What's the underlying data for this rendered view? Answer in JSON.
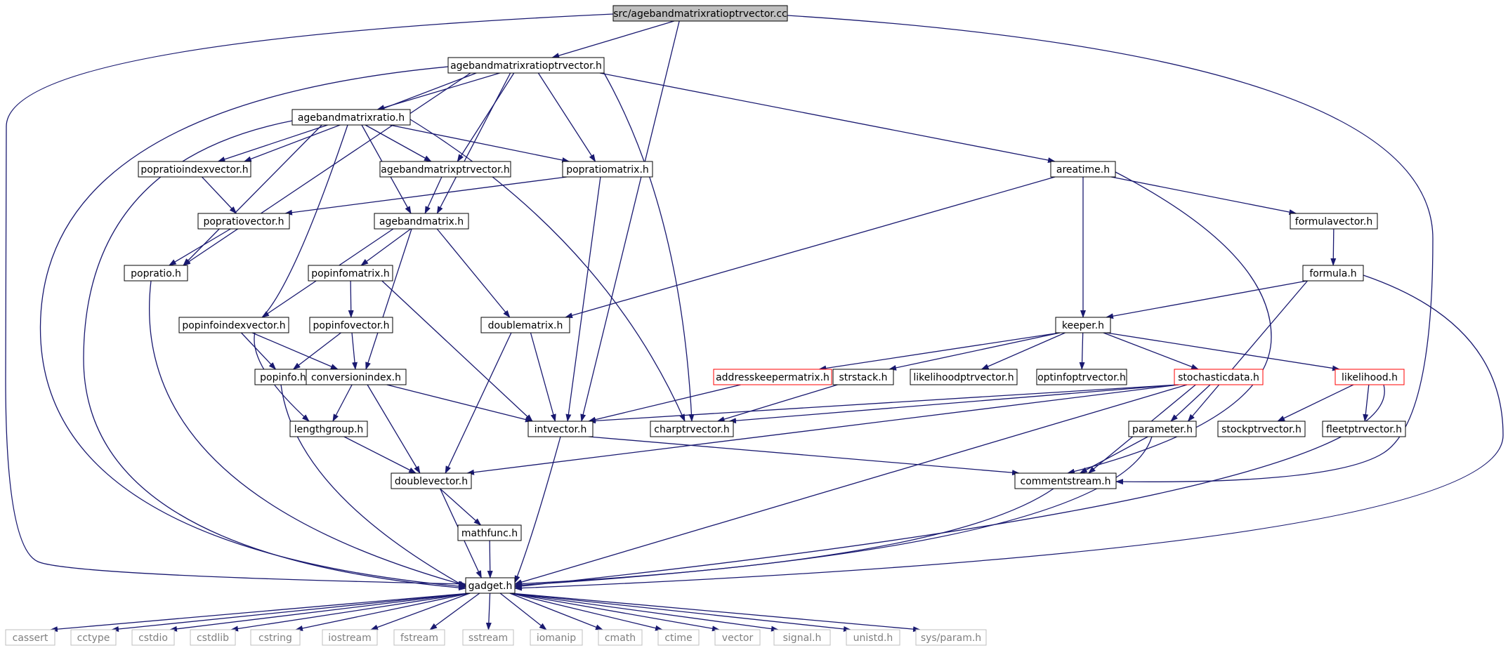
{
  "colors": {
    "edge": "#191970",
    "node_border": "#000000",
    "node_fill": "#ffffff",
    "root_fill": "#bfbfbf",
    "truncated_border": "#ff0000",
    "system_border": "#bfbfbf",
    "system_text": "#7f7f7f"
  },
  "nodes": [
    {
      "id": "root",
      "label": "src/agebandmatrixratioptrvector.cc",
      "kind": "root"
    },
    {
      "id": "agebandmatrixratioptrvector_h",
      "label": "agebandmatrixratioptrvector.h",
      "kind": "normal"
    },
    {
      "id": "agebandmatrixratio_h",
      "label": "agebandmatrixratio.h",
      "kind": "normal"
    },
    {
      "id": "popratioindexvector_h",
      "label": "popratioindexvector.h",
      "kind": "normal"
    },
    {
      "id": "agebandmatrixptrvector_h",
      "label": "agebandmatrixptrvector.h",
      "kind": "normal"
    },
    {
      "id": "popratiomatrix_h",
      "label": "popratiomatrix.h",
      "kind": "normal"
    },
    {
      "id": "areatime_h",
      "label": "areatime.h",
      "kind": "normal"
    },
    {
      "id": "popratiovector_h",
      "label": "popratiovector.h",
      "kind": "normal"
    },
    {
      "id": "agebandmatrix_h",
      "label": "agebandmatrix.h",
      "kind": "normal"
    },
    {
      "id": "formulavector_h",
      "label": "formulavector.h",
      "kind": "normal"
    },
    {
      "id": "popratio_h",
      "label": "popratio.h",
      "kind": "normal"
    },
    {
      "id": "popinfomatrix_h",
      "label": "popinfomatrix.h",
      "kind": "normal"
    },
    {
      "id": "formula_h",
      "label": "formula.h",
      "kind": "normal"
    },
    {
      "id": "popinfoindexvector_h",
      "label": "popinfoindexvector.h",
      "kind": "normal"
    },
    {
      "id": "popinfovector_h",
      "label": "popinfovector.h",
      "kind": "normal"
    },
    {
      "id": "doublematrix_h",
      "label": "doublematrix.h",
      "kind": "normal"
    },
    {
      "id": "keeper_h",
      "label": "keeper.h",
      "kind": "normal"
    },
    {
      "id": "popinfo_h",
      "label": "popinfo.h",
      "kind": "normal"
    },
    {
      "id": "conversionindex_h",
      "label": "conversionindex.h",
      "kind": "normal"
    },
    {
      "id": "addresskeepermatrix_h",
      "label": "addresskeepermatrix.h",
      "kind": "truncated"
    },
    {
      "id": "strstack_h",
      "label": "strstack.h",
      "kind": "normal"
    },
    {
      "id": "likelihoodptrvector_h",
      "label": "likelihoodptrvector.h",
      "kind": "normal"
    },
    {
      "id": "optinfoptrvector_h",
      "label": "optinfoptrvector.h",
      "kind": "normal"
    },
    {
      "id": "stochasticdata_h",
      "label": "stochasticdata.h",
      "kind": "truncated"
    },
    {
      "id": "likelihood_h",
      "label": "likelihood.h",
      "kind": "truncated"
    },
    {
      "id": "lengthgroup_h",
      "label": "lengthgroup.h",
      "kind": "normal"
    },
    {
      "id": "intvector_h",
      "label": "intvector.h",
      "kind": "normal"
    },
    {
      "id": "charptrvector_h",
      "label": "charptrvector.h",
      "kind": "normal"
    },
    {
      "id": "parameter_h",
      "label": "parameter.h",
      "kind": "normal"
    },
    {
      "id": "stockptrvector_h",
      "label": "stockptrvector.h",
      "kind": "normal"
    },
    {
      "id": "fleetptrvector_h",
      "label": "fleetptrvector.h",
      "kind": "normal"
    },
    {
      "id": "doublevector_h",
      "label": "doublevector.h",
      "kind": "normal"
    },
    {
      "id": "commentstream_h",
      "label": "commentstream.h",
      "kind": "normal"
    },
    {
      "id": "mathfunc_h",
      "label": "mathfunc.h",
      "kind": "normal"
    },
    {
      "id": "gadget_h",
      "label": "gadget.h",
      "kind": "normal"
    },
    {
      "id": "cassert",
      "label": "cassert",
      "kind": "system"
    },
    {
      "id": "cctype",
      "label": "cctype",
      "kind": "system"
    },
    {
      "id": "cstdio",
      "label": "cstdio",
      "kind": "system"
    },
    {
      "id": "cstdlib",
      "label": "cstdlib",
      "kind": "system"
    },
    {
      "id": "cstring",
      "label": "cstring",
      "kind": "system"
    },
    {
      "id": "iostream",
      "label": "iostream",
      "kind": "system"
    },
    {
      "id": "fstream",
      "label": "fstream",
      "kind": "system"
    },
    {
      "id": "sstream",
      "label": "sstream",
      "kind": "system"
    },
    {
      "id": "iomanip",
      "label": "iomanip",
      "kind": "system"
    },
    {
      "id": "cmath",
      "label": "cmath",
      "kind": "system"
    },
    {
      "id": "ctime",
      "label": "ctime",
      "kind": "system"
    },
    {
      "id": "vector",
      "label": "vector",
      "kind": "system"
    },
    {
      "id": "signal_h",
      "label": "signal.h",
      "kind": "system"
    },
    {
      "id": "unistd_h",
      "label": "unistd.h",
      "kind": "system"
    },
    {
      "id": "sys_param_h",
      "label": "sys/param.h",
      "kind": "system"
    }
  ],
  "edges": [
    [
      "root",
      "agebandmatrixratioptrvector_h"
    ],
    [
      "root",
      "gadget_h"
    ],
    [
      "root",
      "intvector_h"
    ],
    [
      "root",
      "commentstream_h"
    ],
    [
      "agebandmatrixratioptrvector_h",
      "agebandmatrixratio_h"
    ],
    [
      "agebandmatrixratioptrvector_h",
      "popratioindexvector_h"
    ],
    [
      "agebandmatrixratioptrvector_h",
      "agebandmatrixptrvector_h"
    ],
    [
      "agebandmatrixratioptrvector_h",
      "popratiomatrix_h"
    ],
    [
      "agebandmatrixratioptrvector_h",
      "areatime_h"
    ],
    [
      "agebandmatrixratioptrvector_h",
      "agebandmatrix_h"
    ],
    [
      "agebandmatrixratioptrvector_h",
      "popratio_h"
    ],
    [
      "agebandmatrixratioptrvector_h",
      "charptrvector_h"
    ],
    [
      "agebandmatrixratioptrvector_h",
      "gadget_h"
    ],
    [
      "agebandmatrixratio_h",
      "popratioindexvector_h"
    ],
    [
      "agebandmatrixratio_h",
      "agebandmatrixptrvector_h"
    ],
    [
      "agebandmatrixratio_h",
      "popratiomatrix_h"
    ],
    [
      "agebandmatrixratio_h",
      "agebandmatrix_h"
    ],
    [
      "agebandmatrixratio_h",
      "popratio_h"
    ],
    [
      "agebandmatrixratio_h",
      "lengthgroup_h"
    ],
    [
      "agebandmatrixratio_h",
      "charptrvector_h"
    ],
    [
      "agebandmatrixratio_h",
      "gadget_h"
    ],
    [
      "popratioindexvector_h",
      "popratiovector_h"
    ],
    [
      "agebandmatrixptrvector_h",
      "agebandmatrix_h"
    ],
    [
      "popratiomatrix_h",
      "popratiovector_h"
    ],
    [
      "popratiomatrix_h",
      "intvector_h"
    ],
    [
      "popratiovector_h",
      "popratio_h"
    ],
    [
      "popratio_h",
      "gadget_h"
    ],
    [
      "areatime_h",
      "doublematrix_h"
    ],
    [
      "areatime_h",
      "keeper_h"
    ],
    [
      "areatime_h",
      "formulavector_h"
    ],
    [
      "areatime_h",
      "commentstream_h"
    ],
    [
      "formulavector_h",
      "formula_h"
    ],
    [
      "formula_h",
      "keeper_h"
    ],
    [
      "formula_h",
      "parameter_h"
    ],
    [
      "formula_h",
      "gadget_h"
    ],
    [
      "agebandmatrix_h",
      "popinfomatrix_h"
    ],
    [
      "agebandmatrix_h",
      "popinfoindexvector_h"
    ],
    [
      "agebandmatrix_h",
      "doublematrix_h"
    ],
    [
      "agebandmatrix_h",
      "conversionindex_h"
    ],
    [
      "popinfomatrix_h",
      "popinfovector_h"
    ],
    [
      "popinfomatrix_h",
      "intvector_h"
    ],
    [
      "popinfovector_h",
      "popinfo_h"
    ],
    [
      "popinfovector_h",
      "conversionindex_h"
    ],
    [
      "popinfoindexvector_h",
      "popinfo_h"
    ],
    [
      "popinfoindexvector_h",
      "conversionindex_h"
    ],
    [
      "popinfo_h",
      "gadget_h"
    ],
    [
      "conversionindex_h",
      "lengthgroup_h"
    ],
    [
      "conversionindex_h",
      "doublevector_h"
    ],
    [
      "conversionindex_h",
      "intvector_h"
    ],
    [
      "doublematrix_h",
      "doublevector_h"
    ],
    [
      "doublematrix_h",
      "intvector_h"
    ],
    [
      "keeper_h",
      "addresskeepermatrix_h"
    ],
    [
      "keeper_h",
      "strstack_h"
    ],
    [
      "keeper_h",
      "likelihoodptrvector_h"
    ],
    [
      "keeper_h",
      "optinfoptrvector_h"
    ],
    [
      "keeper_h",
      "stochasticdata_h"
    ],
    [
      "keeper_h",
      "likelihood_h"
    ],
    [
      "addresskeepermatrix_h",
      "intvector_h"
    ],
    [
      "strstack_h",
      "charptrvector_h"
    ],
    [
      "stochasticdata_h",
      "intvector_h"
    ],
    [
      "stochasticdata_h",
      "charptrvector_h"
    ],
    [
      "stochasticdata_h",
      "parameter_h"
    ],
    [
      "stochasticdata_h",
      "commentstream_h"
    ],
    [
      "stochasticdata_h",
      "doublevector_h"
    ],
    [
      "stochasticdata_h",
      "gadget_h"
    ],
    [
      "likelihood_h",
      "stockptrvector_h"
    ],
    [
      "likelihood_h",
      "fleetptrvector_h"
    ],
    [
      "likelihood_h",
      "gadget_h"
    ],
    [
      "lengthgroup_h",
      "doublevector_h"
    ],
    [
      "intvector_h",
      "commentstream_h"
    ],
    [
      "intvector_h",
      "gadget_h"
    ],
    [
      "parameter_h",
      "commentstream_h"
    ],
    [
      "parameter_h",
      "gadget_h"
    ],
    [
      "doublevector_h",
      "mathfunc_h"
    ],
    [
      "doublevector_h",
      "gadget_h"
    ],
    [
      "commentstream_h",
      "gadget_h"
    ],
    [
      "mathfunc_h",
      "gadget_h"
    ],
    [
      "gadget_h",
      "cassert"
    ],
    [
      "gadget_h",
      "cctype"
    ],
    [
      "gadget_h",
      "cstdio"
    ],
    [
      "gadget_h",
      "cstdlib"
    ],
    [
      "gadget_h",
      "cstring"
    ],
    [
      "gadget_h",
      "iostream"
    ],
    [
      "gadget_h",
      "fstream"
    ],
    [
      "gadget_h",
      "sstream"
    ],
    [
      "gadget_h",
      "iomanip"
    ],
    [
      "gadget_h",
      "cmath"
    ],
    [
      "gadget_h",
      "ctime"
    ],
    [
      "gadget_h",
      "vector"
    ],
    [
      "gadget_h",
      "signal_h"
    ],
    [
      "gadget_h",
      "unistd_h"
    ],
    [
      "gadget_h",
      "sys_param_h"
    ]
  ]
}
